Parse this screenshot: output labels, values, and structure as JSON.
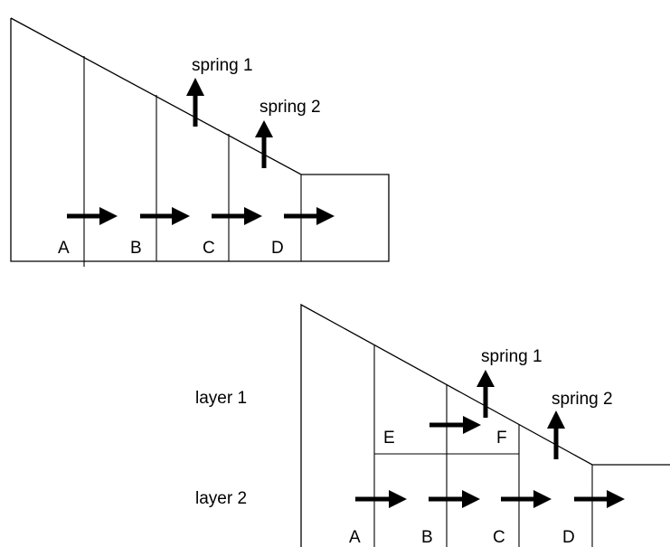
{
  "top_diagram": {
    "spring_labels": [
      "spring 1",
      "spring 2"
    ],
    "slice_labels": [
      "A",
      "B",
      "C",
      "D"
    ]
  },
  "bottom_diagram": {
    "spring_labels": [
      "spring 1",
      "spring 2"
    ],
    "layer_labels": [
      "layer 1",
      "layer 2"
    ],
    "layer1_slice_labels": [
      "E",
      "F"
    ],
    "layer2_slice_labels": [
      "A",
      "B",
      "C",
      "D"
    ]
  },
  "colors": {
    "stroke": "#000000",
    "background": "#ffffff"
  }
}
